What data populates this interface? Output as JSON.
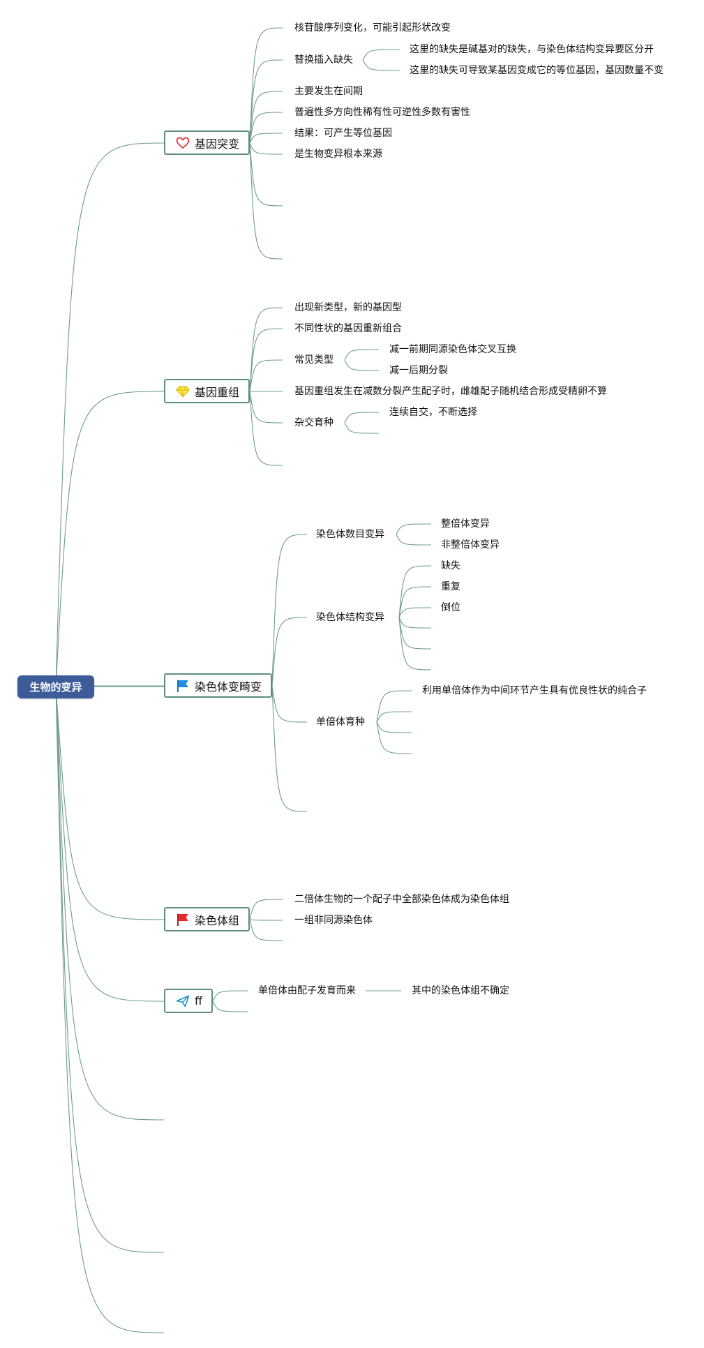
{
  "root": {
    "label": "生物的变异"
  },
  "colors": {
    "link": "#6f9c8c",
    "root_bg": "#3d5a99",
    "topic_border": "#5e8f7e"
  },
  "topics": [
    {
      "label": "基因突变",
      "icon": "heart-icon",
      "children": [
        {
          "label": "核苷酸序列变化，可能引起形状改变"
        },
        {
          "label": "替换插入缺失",
          "children": [
            {
              "label": "这里的缺失是碱基对的缺失，与染色体结构变异要区分开"
            },
            {
              "label": "这里的缺失可导致某基因变成它的等位基因，基因数量不变"
            }
          ]
        },
        {
          "label": "主要发生在间期"
        },
        {
          "label": "普遍性多方向性稀有性可逆性多数有害性"
        },
        {
          "label": "结果：可产生等位基因"
        },
        {
          "label": "是生物变异根本来源"
        }
      ]
    },
    {
      "label": "基因重组",
      "icon": "diamond-icon",
      "children": [
        {
          "label": "出现新类型，新的基因型"
        },
        {
          "label": "不同性状的基因重新组合"
        },
        {
          "label": "常见类型",
          "children": [
            {
              "label": "减一前期同源染色体交叉互换"
            },
            {
              "label": "减一后期分裂"
            }
          ]
        },
        {
          "label": "基因重组发生在减数分裂产生配子时，雌雄配子随机结合形成受精卵不算"
        },
        {
          "label": "杂交育种",
          "children": [
            {
              "label": "连续自交，不断选择"
            }
          ]
        }
      ]
    },
    {
      "label": "染色体变畸变",
      "icon": "blue-flag-icon",
      "children": [
        {
          "label": "染色体数目变异",
          "children": [
            {
              "label": "整倍体变异"
            },
            {
              "label": "非整倍体变异"
            }
          ]
        },
        {
          "label": "染色体结构变异",
          "children": [
            {
              "label": "缺失"
            },
            {
              "label": "重复"
            },
            {
              "label": "倒位"
            }
          ]
        },
        {
          "label": "单倍体育种",
          "children": [
            {
              "label": "利用单倍体作为中间环节产生具有优良性状的纯合子"
            }
          ]
        }
      ]
    },
    {
      "label": "染色体组",
      "icon": "red-flag-icon",
      "children": [
        {
          "label": "二倍体生物的一个配子中全部染色体成为染色体组"
        },
        {
          "label": "一组非同源染色体"
        }
      ]
    },
    {
      "label": "ff",
      "icon": "paper-plane-icon",
      "children": [
        {
          "label": "单倍体由配子发育而来",
          "children": [
            {
              "label": "其中的染色体组不确定"
            }
          ]
        }
      ]
    }
  ]
}
